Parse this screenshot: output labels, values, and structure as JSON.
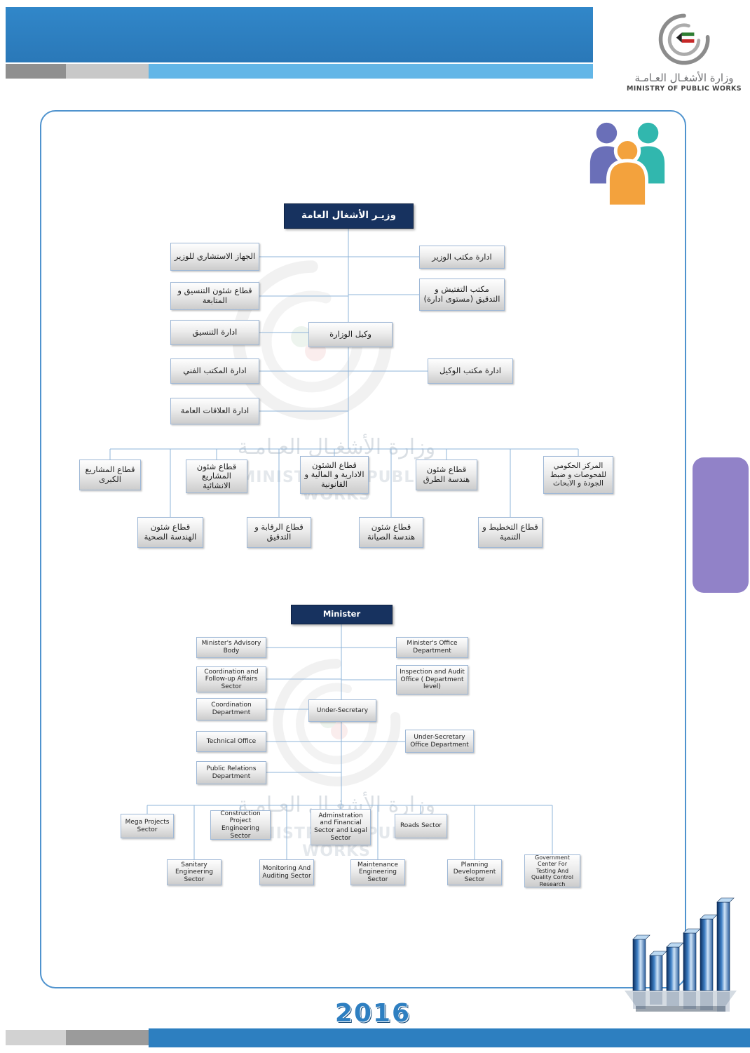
{
  "logo": {
    "title_ar": "وزارة الأشغـال العـامـة",
    "title_en": "MINISTRY OF PUBLIC WORKS"
  },
  "watermark": {
    "ar": "وزارة الأشغـال العـامـة",
    "en": "MINISTRY OF PUBLIC WORKS"
  },
  "chart_ar": {
    "root": "وزيـر الأشغال العامة",
    "left": [
      "الجهاز الاستشاري للوزير",
      "قطاع شئون التنسيق و المتابعة",
      "ادارة التنسيق",
      "ادارة المكتب الفني",
      "ادارة العلاقات العامة"
    ],
    "right": [
      "ادارة مكتب الوزير",
      "مكتب التفتيش و التدقيق (مستوى ادارة)",
      "ادارة مكتب الوكيل"
    ],
    "under_secretary": "وكيل الوزارة",
    "row1": [
      "قطاع المشاريع الكبرى",
      "قطاع شئون المشاريع الانشائية",
      "قطاع الشئون الادارية و المالية و القانونية",
      "قطاع شئون هندسة الطرق",
      "المركز الحكومي للفحوصات و ضبط الجودة و الابحاث"
    ],
    "row2": [
      "قطاع شئون الهندسة الصحية",
      "قطاع الرقابة و التدقيق",
      "قطاع شئون هندسة الصيانة",
      "قطاع التخطيط و التنمية"
    ]
  },
  "chart_en": {
    "root": "Minister",
    "left": [
      "Minister's Advisory Body",
      "Coordination and Follow-up Affairs Sector",
      "Coordination Department",
      "Technical Office",
      "Public Relations Department"
    ],
    "right": [
      "Minister's Office Department",
      "Inspection and Audit Office ( Department level)",
      "Under-Secretary Office Department"
    ],
    "under_secretary": "Under-Secretary",
    "row1": [
      "Mega Projects Sector",
      "Construction Project Engineering Sector",
      "Adminstration and Financial Sector and  Legal Sector",
      "Roads Sector"
    ],
    "row2": [
      "Sanitary Engineering Sector",
      "Monitoring And Auditing Sector",
      "Maintenance Engineering Sector",
      "Planning Development Sector",
      "Government Center For Testing And Quality Control Research"
    ]
  },
  "footer": {
    "year": "2016"
  }
}
